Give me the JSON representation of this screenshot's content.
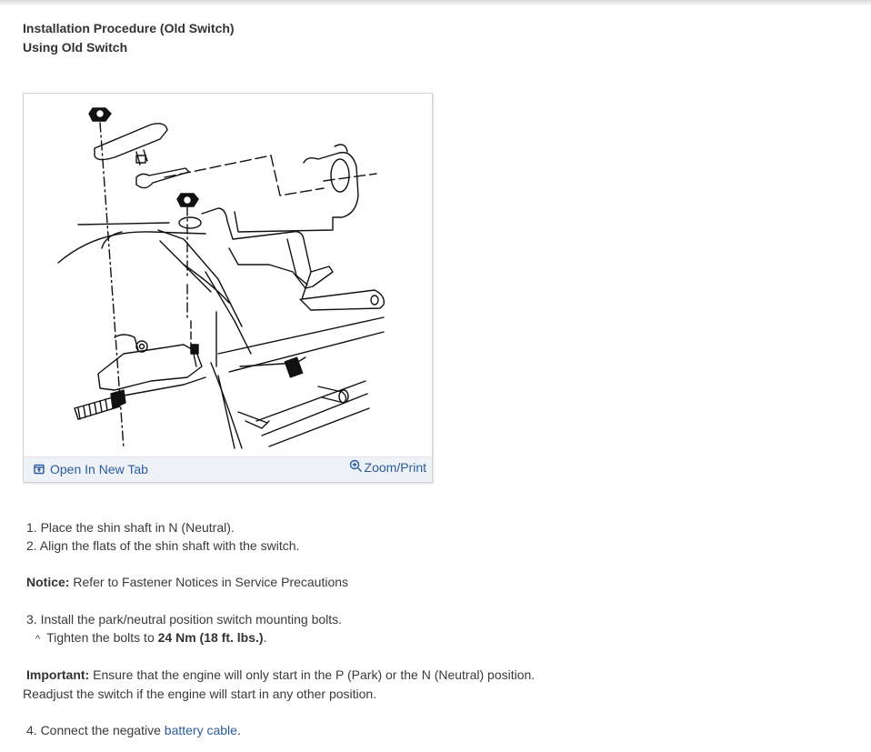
{
  "headings": {
    "title": "Installation Procedure (Old Switch)",
    "subtitle": "Using Old Switch"
  },
  "figure": {
    "open_tab_label": "Open In New Tab",
    "zoom_label": "Zoom/Print"
  },
  "steps": {
    "s1": "1. Place the shin shaft in N (Neutral).",
    "s2": "2. Align the flats of the shin shaft with the switch.",
    "s3": "3. Install the park/neutral position switch mounting bolts.",
    "s3_sub_bullet": "^",
    "s3_sub_pre": "Tighten the bolts to ",
    "s3_sub_bold": "24 Nm (18 ft. lbs.)",
    "s3_sub_post": ".",
    "s4_pre": "4. Connect the negative ",
    "s4_link": "battery cable",
    "s4_post": "."
  },
  "notice": {
    "label": "Notice:",
    "text": " Refer to Fastener Notices in Service Precautions"
  },
  "important": {
    "label": "Important:",
    "text": " Ensure that the engine will only start in the P (Park) or the N (Neutral) position.",
    "text2": "Readjust the switch if the engine will start in any other position."
  },
  "colors": {
    "link": "#2a5d9f",
    "toolbar_bg": "#eef1f5"
  }
}
